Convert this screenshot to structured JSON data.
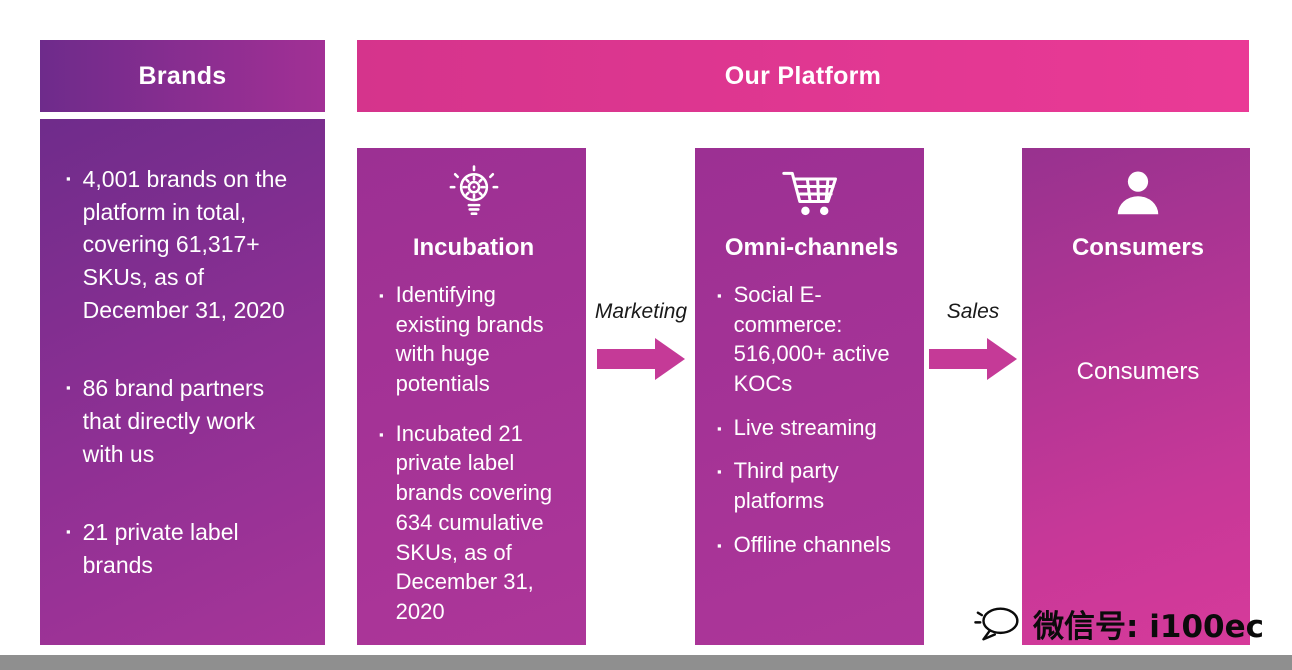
{
  "headers": {
    "brands": "Brands",
    "platform": "Our Platform"
  },
  "brands_panel": {
    "items": [
      "4,001 brands on the platform in total, covering 61,317+ SKUs, as of December 31, 2020",
      "86 brand partners that directly work with us",
      "21 private label brands"
    ]
  },
  "incubation": {
    "title": "Incubation",
    "icon": "lightbulb-gear-icon",
    "items": [
      "Identifying existing brands with huge potentials",
      "Incubated 21 private label brands covering 634 cumulative SKUs, as of December 31, 2020"
    ]
  },
  "omni_channels": {
    "title": "Omni-channels",
    "icon": "shopping-cart-icon",
    "items": [
      "Social E-commerce: 516,000+ active KOCs",
      "Live streaming",
      "Third party platforms",
      "Offline channels"
    ]
  },
  "consumers": {
    "title": "Consumers",
    "icon": "person-icon",
    "body": "Consumers"
  },
  "arrows": [
    {
      "label": "Marketing"
    },
    {
      "label": "Sales"
    }
  ],
  "watermark": {
    "icon": "chat-bubble-icon",
    "text": "微信号: i100ec"
  },
  "colors": {
    "purple_dark": "#6f2c8b",
    "purple_mid": "#a23095",
    "magenta": "#ea3a96",
    "arrow": "#c53a97",
    "footer_bar": "#8f8f8f"
  }
}
